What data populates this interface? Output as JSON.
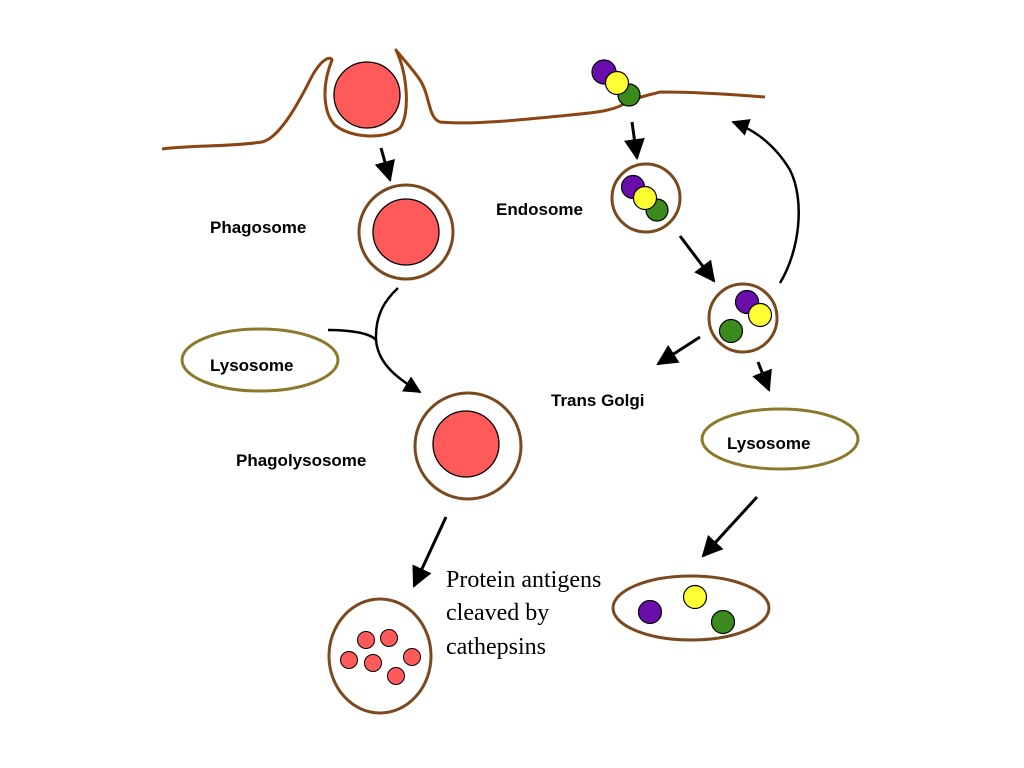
{
  "labels": {
    "phagosome": "Phagosome",
    "lysosome_left": "Lysosome",
    "phagolysosome": "Phagolysosome",
    "endosome": "Endosome",
    "trans_golgi": "Trans Golgi",
    "lysosome_right": "Lysosome",
    "protein_antigens": [
      "Protein antigens",
      "cleaved by",
      "cathepsins"
    ]
  },
  "colors": {
    "membrane": "#8b4513",
    "vesicle_border": "#7a4a1e",
    "lysosome_border": "#8b7a2b",
    "particle_red": "#ff5a5a",
    "particle_purple": "#6a0dad",
    "particle_yellow": "#ffff33",
    "particle_green": "#3b8a1e",
    "arrow": "#000000"
  }
}
